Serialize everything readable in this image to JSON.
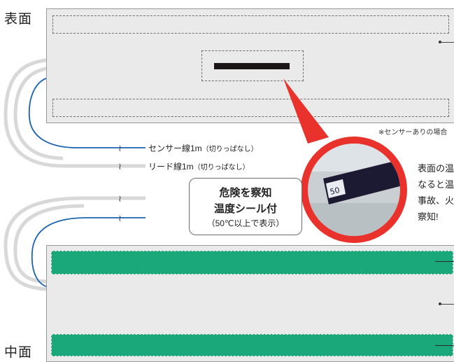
{
  "labels": {
    "top_face": "表面",
    "middle_face": "中面"
  },
  "notes": {
    "sensor_case": "※センサーありの場合"
  },
  "wires": {
    "sensor": {
      "name": "センサー線1m",
      "note": "（切りっぱなし）"
    },
    "lead": {
      "name": "リード線1m",
      "note": "（切りっぱなし）"
    }
  },
  "callout": {
    "line1": "危険を察知",
    "line2": "温度シール付",
    "line3": "（50℃以上で表示）"
  },
  "side_text": {
    "line1": "表面の温",
    "line2": "なると温",
    "line3": "事故、火",
    "line4": "察知!"
  },
  "colors": {
    "red": "#e8322b",
    "green": "#1aa77a",
    "panel": "#eaeaea",
    "wire_blue": "#1a63b0"
  }
}
